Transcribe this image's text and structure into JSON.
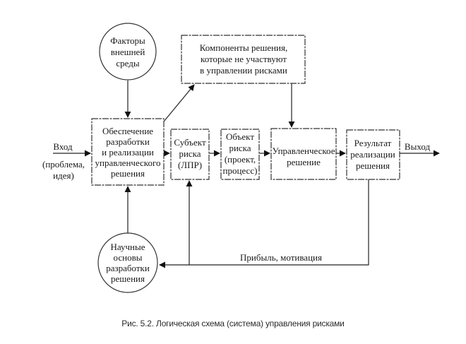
{
  "diagram": {
    "nodes": {
      "external_factors": {
        "shape": "circle",
        "lines": [
          "Факторы",
          "внешней",
          "среды"
        ]
      },
      "components": {
        "shape": "box",
        "lines": [
          "Компоненты решения,",
          "которые не участвуют",
          "в управлении рисками"
        ]
      },
      "provision": {
        "shape": "box",
        "lines": [
          "Обеспечение",
          "разработки",
          "и реализации",
          "управленческого",
          "решения"
        ]
      },
      "subject": {
        "shape": "box",
        "lines": [
          "Субъект",
          "риска",
          "(ЛПР)"
        ]
      },
      "object": {
        "shape": "box",
        "lines": [
          "Объект",
          "риска",
          "(проект,",
          "процесс)"
        ]
      },
      "decision": {
        "shape": "box",
        "lines": [
          "Управленческое",
          "решение"
        ]
      },
      "result": {
        "shape": "box",
        "lines": [
          "Результат",
          "реализации",
          "решения"
        ]
      },
      "scientific_basis": {
        "shape": "circle",
        "lines": [
          "Научные",
          "основы",
          "разработки",
          "решения"
        ]
      }
    },
    "labels": {
      "input": "Вход",
      "input_detail_1": "(проблема,",
      "input_detail_2": "идея)",
      "output": "Выход",
      "feedback": "Прибыль, мотивация"
    },
    "edges": [
      {
        "from": "external_factors",
        "to": "provision"
      },
      {
        "from": "scientific_basis",
        "to": "provision"
      },
      {
        "from": "input",
        "to": "provision"
      },
      {
        "from": "provision",
        "to": "components"
      },
      {
        "from": "provision",
        "to": "subject"
      },
      {
        "from": "subject",
        "to": "object"
      },
      {
        "from": "object",
        "to": "decision"
      },
      {
        "from": "components",
        "to": "decision"
      },
      {
        "from": "decision",
        "to": "result"
      },
      {
        "from": "result",
        "to": "output"
      },
      {
        "from": "result",
        "to": "scientific_basis",
        "label": "feedback"
      },
      {
        "from": "feedback_line",
        "to": "subject"
      }
    ]
  },
  "caption": "Рис. 5.2. Логическая схема (система) управления рисками"
}
